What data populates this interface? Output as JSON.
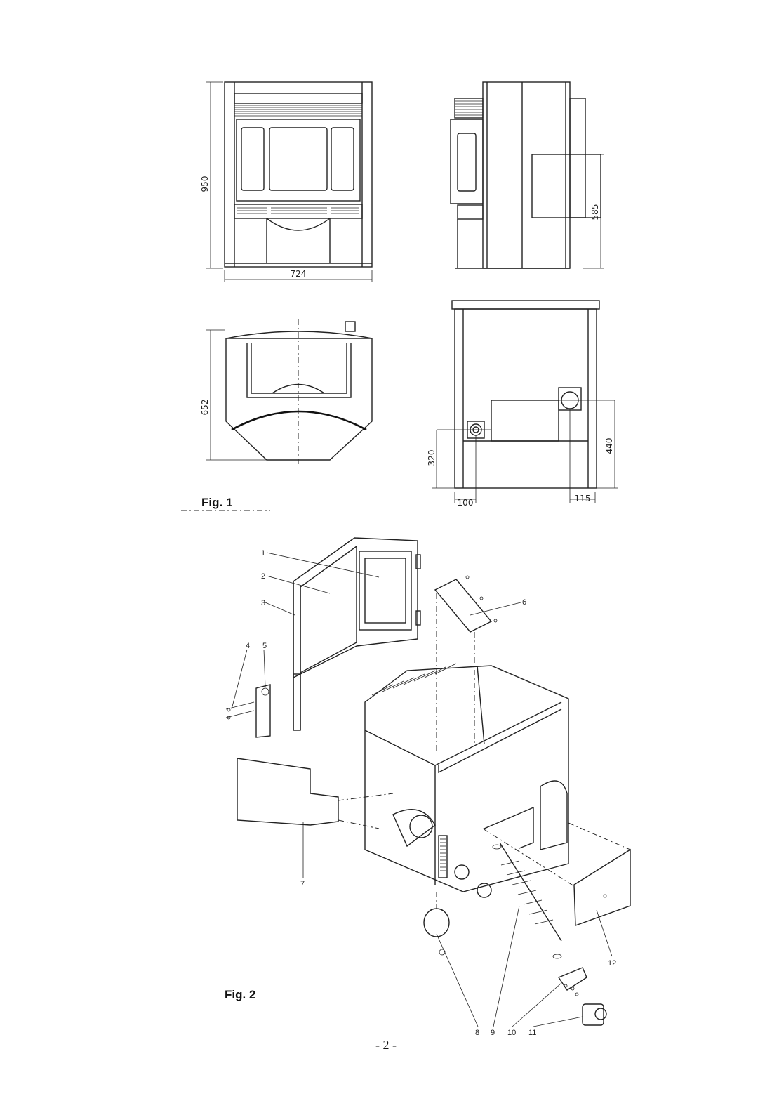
{
  "figures": {
    "fig1": {
      "label": "Fig. 1",
      "dimensions": {
        "height": "950",
        "width": "724",
        "side_height": "585",
        "depth": "652",
        "inlet_height_left": "320",
        "inlet_height_right": "440",
        "inlet_offset_left": "100",
        "inlet_offset_right": "115"
      }
    },
    "fig2": {
      "label": "Fig. 2",
      "callouts": [
        "1",
        "2",
        "3",
        "4",
        "5",
        "6",
        "7",
        "8",
        "9",
        "10",
        "11",
        "12"
      ]
    }
  },
  "page": {
    "number": "- 2 -"
  }
}
